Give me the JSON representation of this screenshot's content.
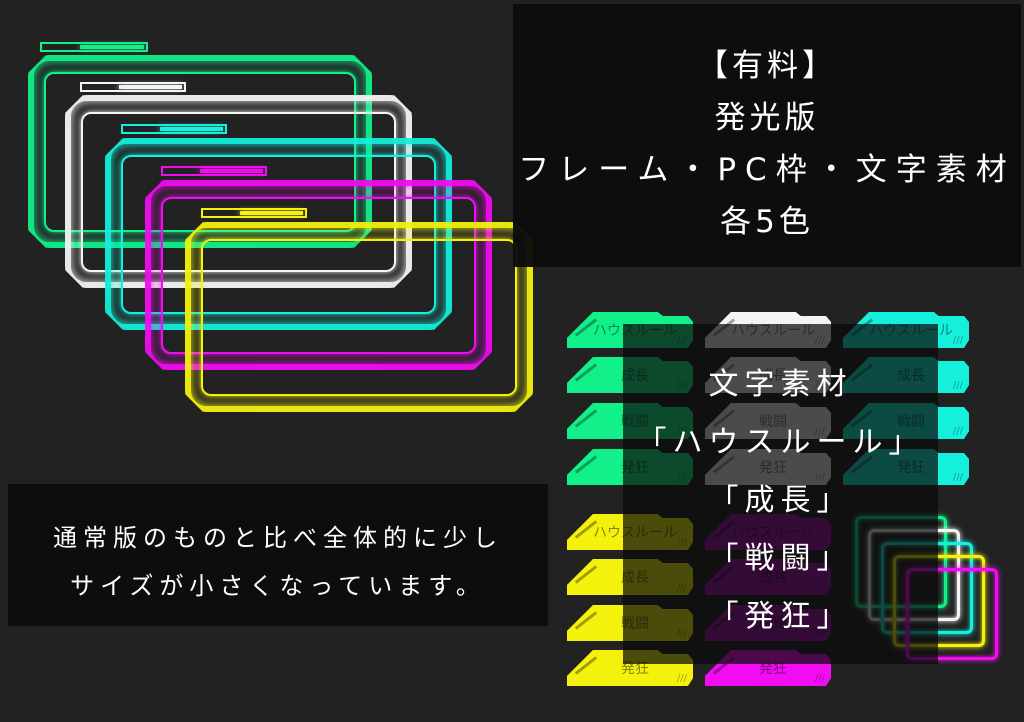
{
  "colors": {
    "green": "#12f08a",
    "white": "#f4f4f4",
    "cyan": "#14f0dc",
    "magenta": "#f20cf2",
    "yellow": "#f4f20c",
    "background": "#222222",
    "panel": "#0c0c0c"
  },
  "title_panel": {
    "lines": [
      "【有料】",
      "発光版",
      "フレーム・PC枠・文字素材",
      "各5色"
    ]
  },
  "note_panel": {
    "lines": [
      "通常版のものと比べ全体的に少し",
      "サイズが小さくなっています。"
    ]
  },
  "text_material_panel": {
    "lines": [
      "文字素材",
      "「ハウスルール」",
      "「成長」",
      "「戦闘」",
      "「発狂」"
    ]
  },
  "tags": {
    "labels": [
      "ハウスルール",
      "成長",
      "戦闘",
      "発狂"
    ]
  },
  "frames": [
    "green",
    "white",
    "cyan",
    "magenta",
    "yellow"
  ],
  "pc_frames": [
    "green",
    "white",
    "cyan",
    "yellow",
    "magenta"
  ]
}
